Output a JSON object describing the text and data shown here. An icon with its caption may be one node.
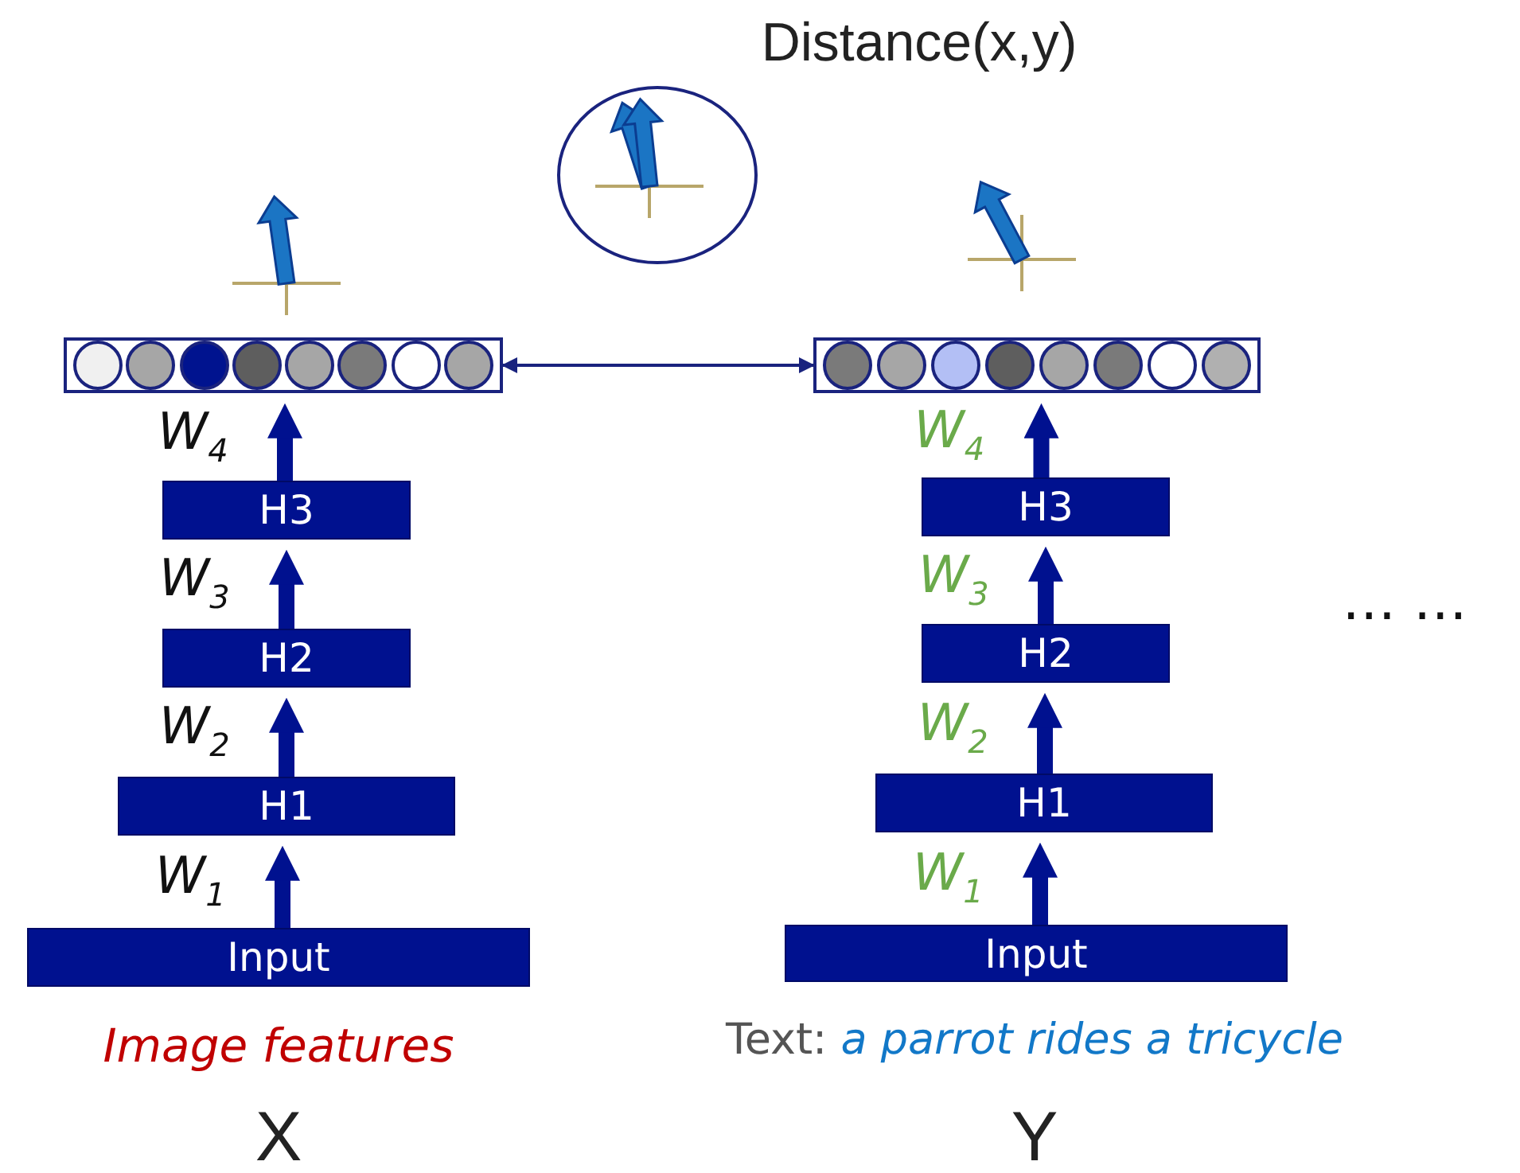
{
  "diagram": {
    "title": "Distance(x,y)",
    "nodes": [
      {
        "text": [],
        "shape": "bar"
      },
      {
        "text": [
          "H3"
        ]
      },
      {
        "text": [
          "H2"
        ]
      },
      {
        "text": [
          "H1"
        ]
      },
      {
        "text": [
          "Input"
        ],
        "beside": [
          "Image features"
        ]
      },
      {
        "text": [],
        "shape": "bar"
      },
      {
        "text": [
          "H3"
        ]
      },
      {
        "text": [
          "H2"
        ]
      },
      {
        "text": [
          "H1"
        ]
      },
      {
        "text": [
          "Input"
        ],
        "beside": [
          "Text: *a parrot rides a tricycle*"
        ]
      }
    ],
    "edges": [
      {
        "from": 4,
        "to": 3,
        "arrow": "to",
        "label": "W$_{1}$"
      },
      {
        "from": 3,
        "to": 2,
        "arrow": "to",
        "label": "W$_{2}$"
      },
      {
        "from": 2,
        "to": 1,
        "arrow": "to",
        "label": "W$_{3}$"
      },
      {
        "from": 1,
        "to": 0,
        "arrow": "to",
        "label": "W$_{4}$"
      },
      {
        "from": 9,
        "to": 8,
        "arrow": "to",
        "label": "W$_{1}$"
      },
      {
        "from": 8,
        "to": 7,
        "arrow": "to",
        "label": "W$_{2}$"
      },
      {
        "from": 7,
        "to": 6,
        "arrow": "to",
        "label": "W$_{3}$"
      },
      {
        "from": 6,
        "to": 5,
        "arrow": "to",
        "label": "W$_{4}$"
      },
      {
        "from": 0,
        "to": 5,
        "arrow": "both"
      }
    ],
    "labels": [
      "… …",
      "X",
      "Y"
    ]
  }
}
